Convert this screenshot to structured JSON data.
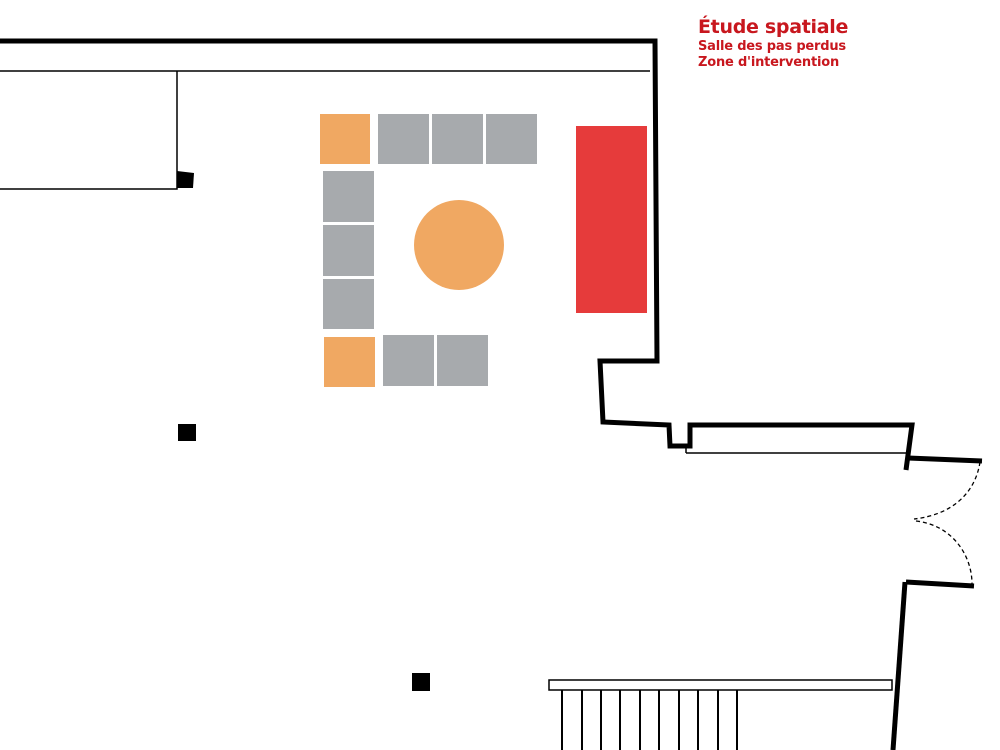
{
  "title": {
    "main": "Étude spatiale",
    "line1": "Salle des pas perdus",
    "line2": "Zone d'intervention"
  },
  "colors": {
    "title": "#c8171e",
    "wall": "#000000",
    "seat_grey": "#a7aaad",
    "seat_orange": "#f0a862",
    "table_orange": "#f0a862",
    "zone_red": "#e63b3b"
  },
  "legend_items": []
}
